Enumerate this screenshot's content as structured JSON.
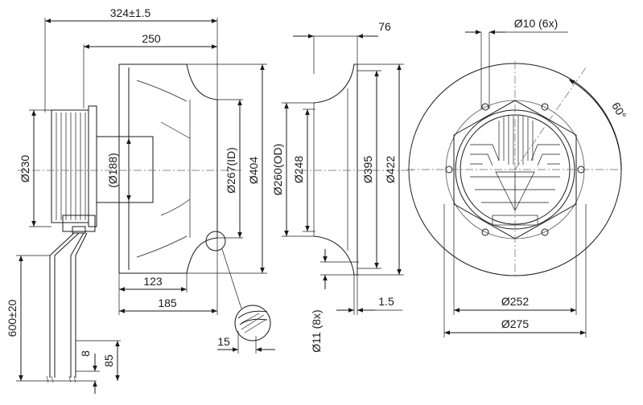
{
  "drawing": {
    "side_view": {
      "overall_length": "324±1.5",
      "length_250": "250",
      "motor_dia": "Ø230",
      "hub_dia": "(Ø188)",
      "inner_dia": "Ø267(ID)",
      "wheel_dia": "Ø404",
      "len_123": "123",
      "len_185": "185",
      "cable_length": "600±20",
      "cable_8": "8",
      "cable_85": "85",
      "detail_15": "15"
    },
    "inlet_ring_view": {
      "depth_76": "76",
      "outer_dia": "Ø260(OD)",
      "throat_dia": "Ø248",
      "dia_395": "Ø395",
      "dia_422": "Ø422",
      "holes": "Ø11 (8x)",
      "thickness": "1.5"
    },
    "front_view": {
      "holes": "Ø10 (6x)",
      "angle": "60°",
      "bolt_circle": "Ø252",
      "outer_dia": "Ø275"
    }
  }
}
